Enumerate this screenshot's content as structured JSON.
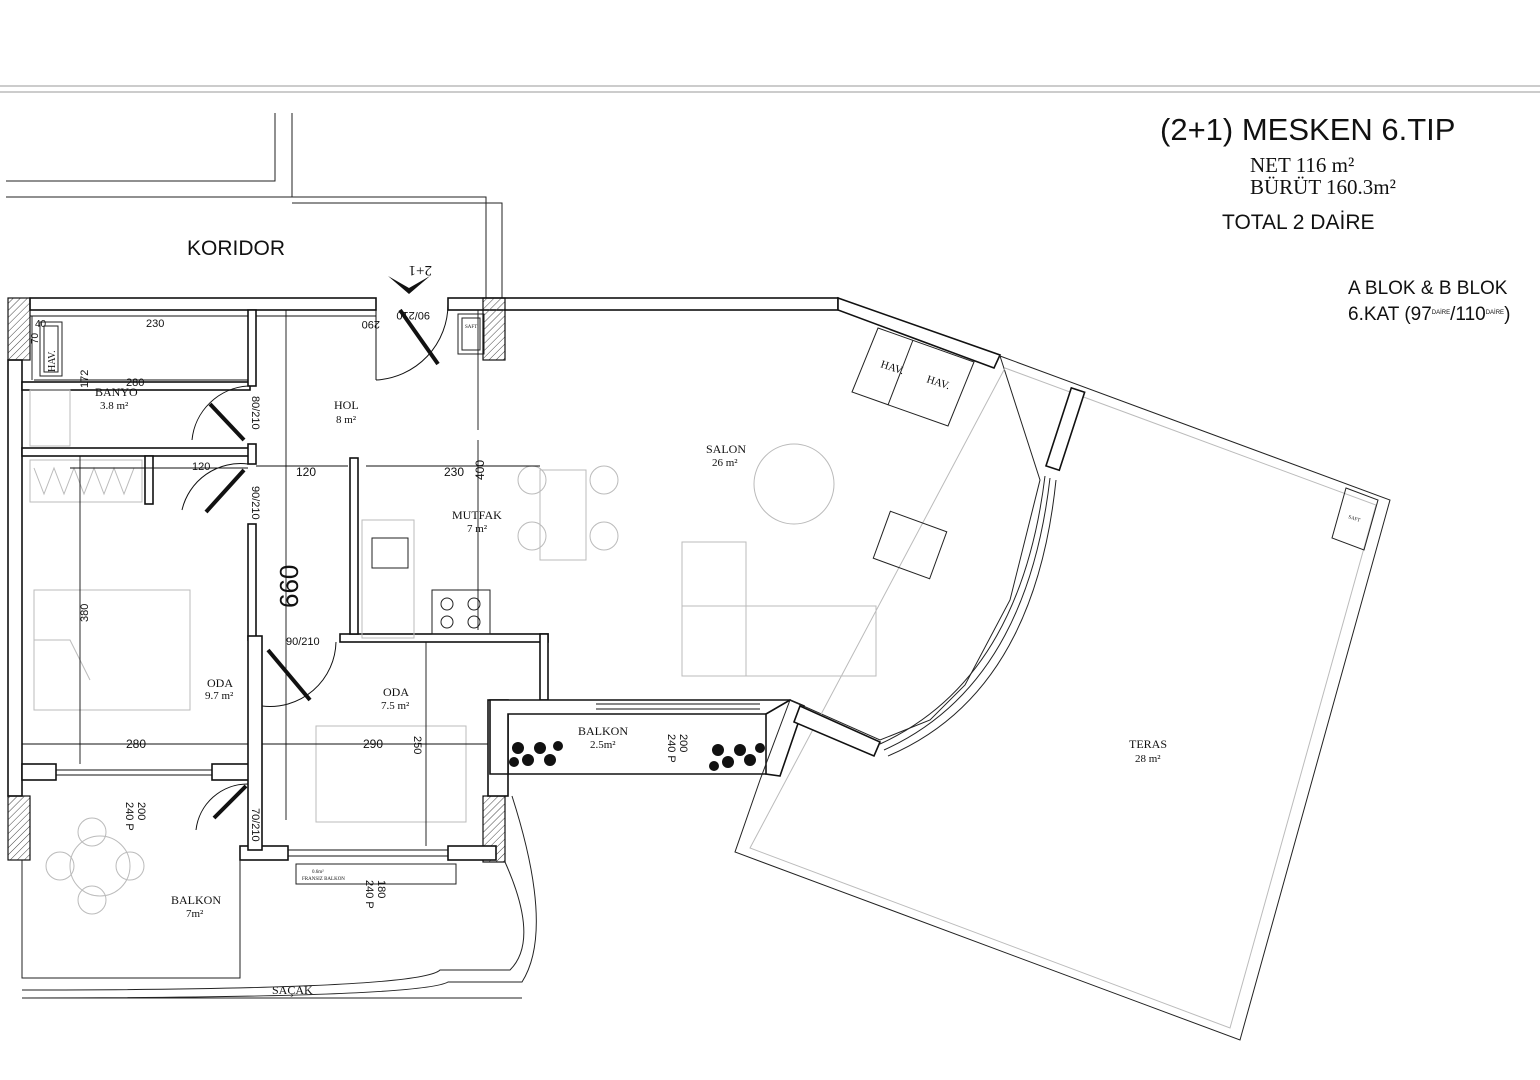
{
  "header": {
    "title": "(2+1) MESKEN 6.TIP",
    "net": "NET 116 m²",
    "brut": "BÜRÜT 160.3m²",
    "total": "TOTAL 2 DAİRE",
    "blocks": "A BLOK & B BLOK",
    "floor_prefix": "6.KAT (97",
    "floor_sup1": "DAİRE",
    "floor_mid": "/110",
    "floor_sup2": "DAİRE",
    "floor_suffix": ")"
  },
  "entrance_label": "2+1",
  "rooms": {
    "koridor": "KORIDOR",
    "banyo": "BANYO",
    "banyo_area": "3.8 m²",
    "hol": "HOL",
    "hol_area": "8 m²",
    "salon": "SALON",
    "salon_area": "26 m²",
    "mutfak": "MUTFAK",
    "mutfak_area": "7 m²",
    "oda1": "ODA",
    "oda1_area": "9.7 m²",
    "oda2": "ODA",
    "oda2_area": "7.5 m²",
    "balkon_small": "BALKON",
    "balkon_small_area": "2.5m²",
    "balkon": "BALKON",
    "balkon_area": "7m²",
    "teras": "TERAS",
    "teras_area": "28 m²",
    "sacak": "SAÇAK"
  },
  "fixtures": {
    "hav": "HAV.",
    "hav_b": "HAV.",
    "hav_c": "HAV.",
    "saft": "SAFT",
    "saft_b": "SAFT",
    "fransiz": "FRANSIZ BALKON",
    "fransiz_area": "0.6m²"
  },
  "dimensions": {
    "d40": "40",
    "d70": "70",
    "d230a": "230",
    "d280a": "280",
    "d172": "172",
    "door_90_210_a": "90/210",
    "d290b": "290",
    "door_80_210": "80/210",
    "d120a": "120",
    "d120b": "120",
    "door_90_210_b": "90/210",
    "d230b": "230",
    "d400": "400",
    "d660": "660",
    "d380": "380",
    "door_90_210_c": "90/210",
    "d280b": "280",
    "d290c": "290",
    "d250": "250",
    "door_70_210": "70/210",
    "win_200_240_a": "200",
    "win_200_240_a2": "240 P",
    "win_200_240_b": "200",
    "win_200_240_b2": "240 P",
    "win_180_240": "180",
    "win_180_240_2": "240 P"
  }
}
